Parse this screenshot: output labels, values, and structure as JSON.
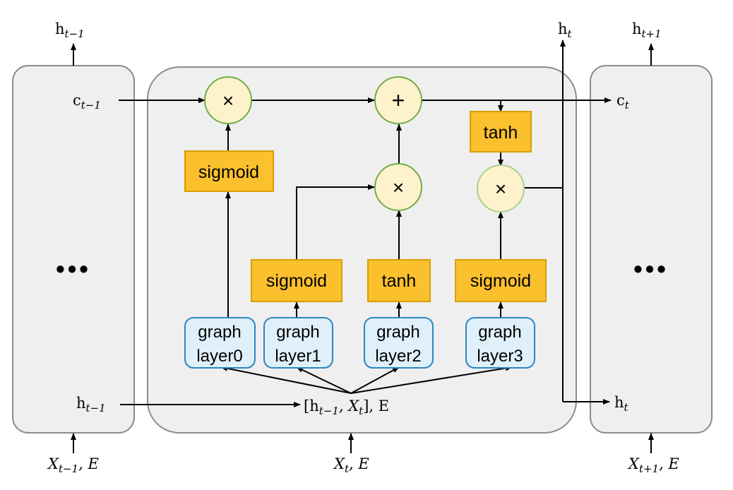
{
  "left_cell": {
    "top_output": {
      "base": "h",
      "sub": "t−1"
    },
    "state_in": {
      "base": "c",
      "sub": "t−1"
    },
    "hidden_in": {
      "base": "h",
      "sub": "t−1"
    },
    "ellipsis": "•••",
    "input": {
      "base": "X",
      "sub": "t−1",
      "tail": ", E"
    }
  },
  "center_cell": {
    "ops": {
      "mult_forget": "×",
      "add": "+",
      "mult_input": "×",
      "mult_output": "×"
    },
    "activations": {
      "forget_sigmoid": "sigmoid",
      "input_sigmoid": "sigmoid",
      "cand_tanh": "tanh",
      "output_sigmoid": "sigmoid",
      "state_tanh": "tanh"
    },
    "graph_layers": [
      {
        "line1": "graph",
        "line2": "layer0"
      },
      {
        "line1": "graph",
        "line2": "layer1"
      },
      {
        "line1": "graph",
        "line2": "layer2"
      },
      {
        "line1": "graph",
        "line2": "layer3"
      }
    ],
    "concat": {
      "open": "[h",
      "sub1": "t−1",
      "mid": ", X",
      "sub2": "t",
      "close": "], E"
    },
    "input": {
      "base": "X",
      "sub": "t",
      "tail": ", E"
    }
  },
  "outputs": {
    "h_top": {
      "base": "h",
      "sub": "t"
    },
    "c_right": {
      "base": "c",
      "sub": "t"
    },
    "h_right": {
      "base": "h",
      "sub": "t"
    }
  },
  "right_cell": {
    "top_output": {
      "base": "h",
      "sub": "t+1"
    },
    "ellipsis": "•••",
    "input": {
      "base": "X",
      "sub": "t+1",
      "tail": ", E"
    }
  },
  "colors": {
    "cell_fill": "#efefef",
    "cell_stroke": "#8c8c8c",
    "op_fill": "#fdf2cc",
    "op_stroke": "#70ad47",
    "act_fill": "#fbc02d",
    "act_stroke": "#d6a000",
    "graph_fill": "#dff0fb",
    "graph_stroke": "#2e86c1"
  }
}
